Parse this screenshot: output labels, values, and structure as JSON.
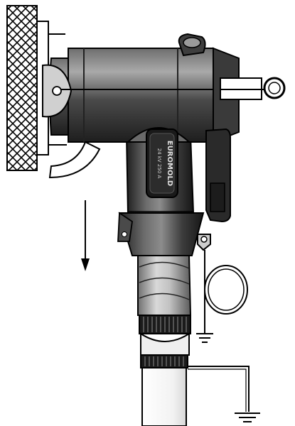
{
  "labels": {
    "brand": "EUROMOLD",
    "rating": "24 kV 250 A"
  },
  "colors": {
    "body_dark": "#2e2e2e",
    "body_mid": "#5a5a5a",
    "body_light": "#8a8a8a",
    "tape": "#b5b5b5",
    "wall": "#ffffff",
    "ink": "#000000"
  },
  "components": [
    "wall-mount",
    "bushing-interface",
    "elbow-housing",
    "rating-label",
    "pulling-eye",
    "test-point-cap",
    "capacitive-test-point",
    "stress-cone-body",
    "earth-lug",
    "earth-wire-coil",
    "cable-tape",
    "cable-screen-wire-mesh",
    "cable",
    "earth-symbol",
    "operating-arc",
    "pull-direction-arrow"
  ]
}
